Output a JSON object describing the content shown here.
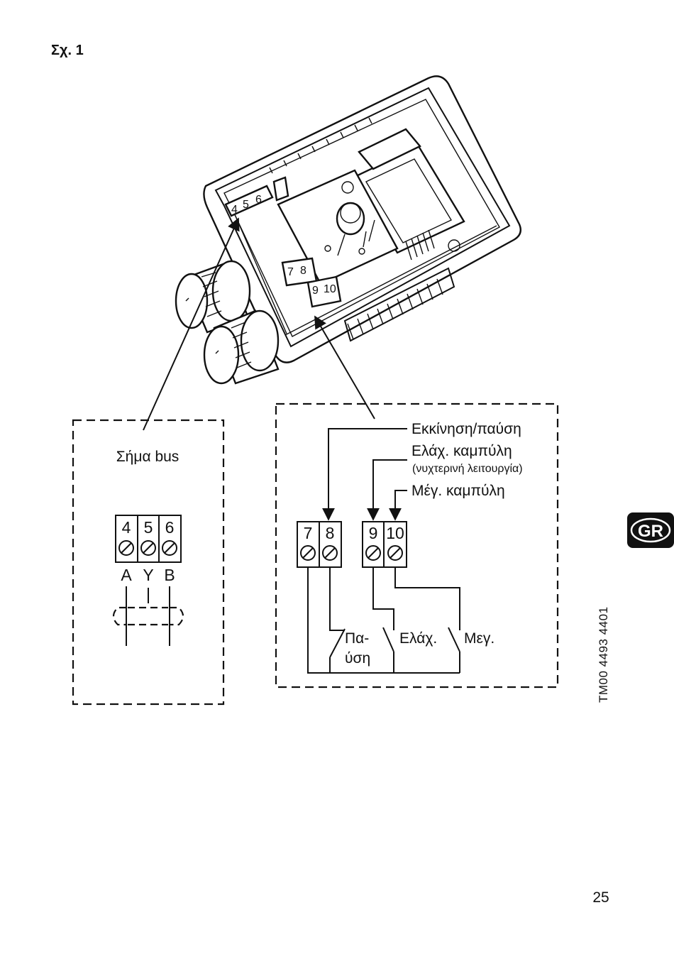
{
  "figure": {
    "title": "Σχ. 1",
    "drawing_code": "TM00 4493 4401",
    "language_badge": "GR",
    "page_number": "25"
  },
  "bus_panel": {
    "title": "Σήμα bus",
    "terminals": [
      "4",
      "5",
      "6"
    ],
    "wire_labels": [
      "A",
      "Y",
      "B"
    ]
  },
  "control_panel": {
    "start_stop_label": "Εκκίνηση/παύση",
    "min_curve_label": "Ελάχ. καμπύλη",
    "min_curve_note": "(νυχτερινή λειτουργία)",
    "max_curve_label": "Μέγ. καμπύλη",
    "terminals_left": [
      "7",
      "8"
    ],
    "terminals_right": [
      "9",
      "10"
    ],
    "switch_stop_label_line1": "Πα-",
    "switch_stop_label_line2": "ύση",
    "switch_min_label": "Ελάχ.",
    "switch_max_label": "Μεγ."
  },
  "device": {
    "bus_terminal_numbers": [
      "4",
      "5",
      "6"
    ],
    "control_terminal_numbers": [
      "7",
      "8",
      "9",
      "10"
    ]
  }
}
